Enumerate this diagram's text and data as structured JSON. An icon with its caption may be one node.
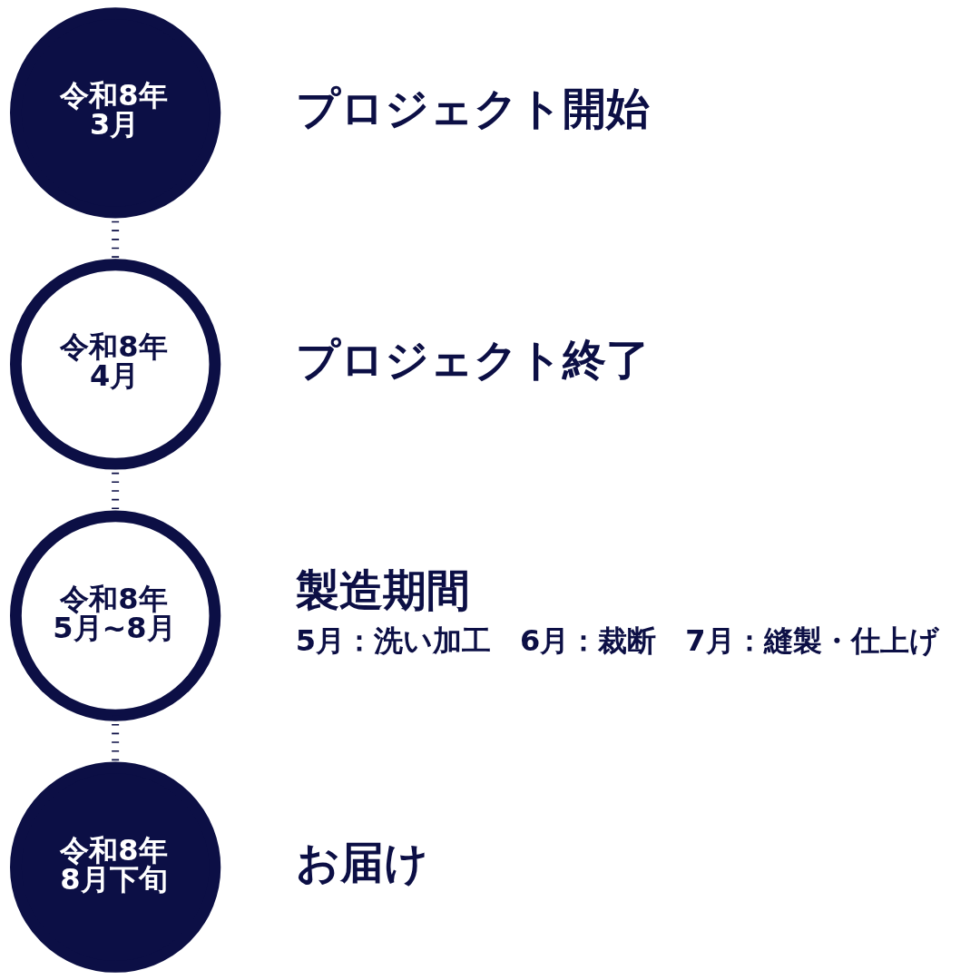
{
  "diagram": {
    "nodes": [
      {
        "text": [
          "令和8年 3月"
        ],
        "beside": [
          "プロジェクト開始"
        ]
      },
      {
        "text": [
          "令和8年 4月"
        ],
        "beside": [
          "プロジェクト終了"
        ]
      },
      {
        "text": [
          "令和8年 5月~8月"
        ],
        "beside": [
          "製造期間",
          "5月：洗い加工　6月：裁断　7月：縫製・仕上げ"
        ]
      },
      {
        "text": [
          "令和8年 8月下旬"
        ],
        "beside": [
          "お届け"
        ]
      }
    ],
    "edges": [
      {
        "from": 0,
        "to": 1,
        "arrow": "none",
        "style": "dashed"
      },
      {
        "from": 1,
        "to": 2,
        "arrow": "none",
        "style": "dashed"
      },
      {
        "from": 2,
        "to": 3,
        "arrow": "none",
        "style": "dashed"
      }
    ]
  }
}
